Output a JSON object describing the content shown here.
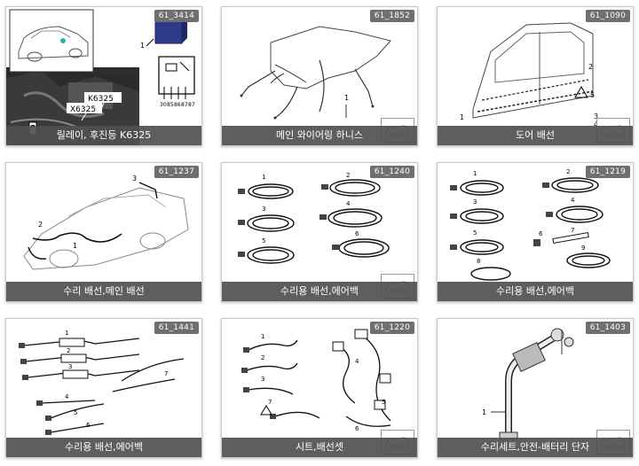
{
  "cards": [
    {
      "code": "61_3414",
      "title": "릴레이, 후진등 K6325",
      "labels": [
        "K6325",
        "X6325",
        "1",
        "30",
        "85",
        "86",
        "87",
        "87"
      ]
    },
    {
      "code": "61_1852",
      "title": "메인 와이어링 하니스",
      "labels": [
        "1"
      ]
    },
    {
      "code": "61_1090",
      "title": "도어 배선",
      "labels": [
        "1",
        "2",
        "3",
        "4",
        "5"
      ]
    },
    {
      "code": "61_1237",
      "title": "수리 배선,메인 배선",
      "labels": [
        "1",
        "2",
        "3"
      ]
    },
    {
      "code": "61_1240",
      "title": "수리용 배선,에어백",
      "labels": [
        "1",
        "2",
        "3",
        "4",
        "5",
        "6"
      ]
    },
    {
      "code": "61_1219",
      "title": "수리용 배선,에어백",
      "labels": [
        "1",
        "2",
        "3",
        "4",
        "5",
        "6",
        "7",
        "8",
        "9"
      ]
    },
    {
      "code": "61_1441",
      "title": "수리용 배선,에어백",
      "labels": [
        "1",
        "2",
        "3",
        "4",
        "5",
        "6",
        "7"
      ]
    },
    {
      "code": "61_1220",
      "title": "시트,배선셋",
      "labels": [
        "1",
        "2",
        "3",
        "4",
        "5",
        "6",
        "7"
      ]
    },
    {
      "code": "61_1403",
      "title": "수리세트,안전-배터리 단자",
      "labels": [
        "1"
      ]
    }
  ]
}
